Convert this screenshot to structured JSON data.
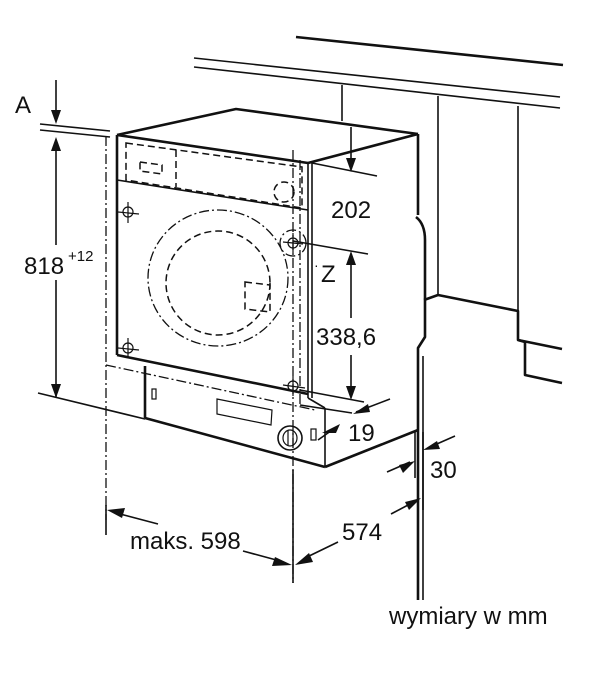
{
  "diagram": {
    "subject": "built-in washing machine installation dimensions",
    "unit_note": "wymiary w mm",
    "labels": {
      "recess_height_ref": "A",
      "height_value": "818",
      "height_tolerance": "+12",
      "top_clearance": "202",
      "connection_point": "Z",
      "connection_height": "338,6",
      "plinth_depth": "19",
      "door_offset": "30",
      "depth": "574",
      "width": "maks. 598"
    }
  }
}
